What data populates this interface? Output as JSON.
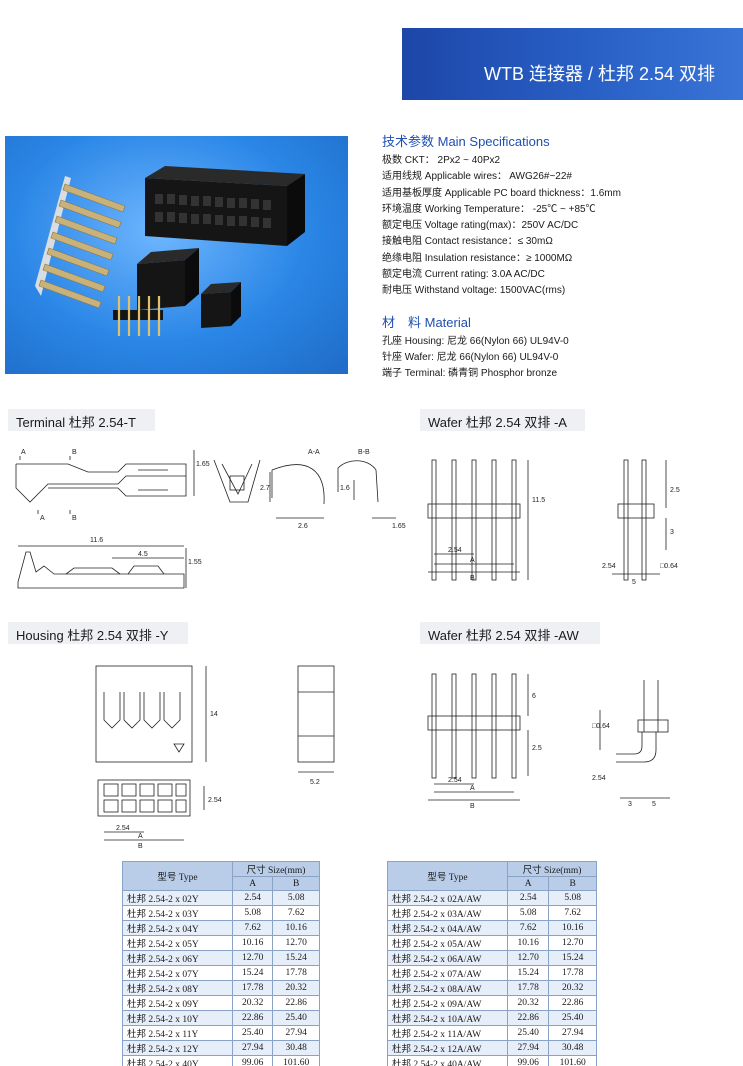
{
  "header": {
    "title": "WTB 连接器 / 杜邦 2.54 双排"
  },
  "specs": {
    "heading": "技术参数 Main Specifications",
    "lines": [
      "极数 CKT： 2Px2 ~ 40Px2",
      "适用线规 Applicable wires： AWG26#~22#",
      "适用基板厚度 Applicable PC board thickness：1.6mm",
      "环境温度 Working Temperature： -25℃ ~ +85℃",
      "额定电压 Voltage rating(max)：250V AC/DC",
      "接触电阻 Contact resistance：≤ 30mΩ",
      "绝缘电阻 Insulation resistance：≥ 1000MΩ",
      "额定电流 Current rating: 3.0A AC/DC",
      "耐电压 Withstand voltage: 1500VAC(rms)"
    ],
    "material_heading": "材　料 Material",
    "material_lines": [
      "孔座 Housing: 尼龙 66(Nylon 66) UL94V-0",
      "针座 Wafer: 尼龙 66(Nylon 66) UL94V-0",
      "端子 Terminal: 磷青铜 Phosphor bronze"
    ]
  },
  "sections": {
    "terminal": "Terminal 杜邦 2.54-T",
    "wafer_a": "Wafer 杜邦 2.54 双排 -A",
    "housing": "Housing 杜邦 2.54 双排 -Y",
    "wafer_aw": "Wafer  杜邦 2.54 双排 -AW"
  },
  "dims": {
    "a": "A",
    "b": "B",
    "aa": "A-A",
    "bb": "B-B",
    "t165": "1.65",
    "t27": "2.7",
    "t26": "2.6",
    "t16": "1.6",
    "t165b": "1.65",
    "t116": "11.6",
    "t45": "4.5",
    "t155": "1.55",
    "w115": "11.5",
    "w254": "2.54",
    "w25": "2.5",
    "w3": "3",
    "w254b": "2.54",
    "w5": "5",
    "w064": "□0.64",
    "h14": "14",
    "h254": "2.54",
    "h254b": "2.54",
    "h52": "5.2",
    "aw6": "6",
    "aw25": "2.5",
    "aw254": "2.54",
    "aw064": "□0.64",
    "aw254b": "2.54",
    "aw3": "3",
    "aw5": "5"
  },
  "table_y": {
    "h_type": "型号 Type",
    "h_size": "尺寸 Size(mm)",
    "h_a": "A",
    "h_b": "B",
    "rows": [
      [
        "杜邦 2.54-2 x 02Y",
        "2.54",
        "5.08"
      ],
      [
        "杜邦 2.54-2 x 03Y",
        "5.08",
        "7.62"
      ],
      [
        "杜邦 2.54-2 x 04Y",
        "7.62",
        "10.16"
      ],
      [
        "杜邦 2.54-2 x 05Y",
        "10.16",
        "12.70"
      ],
      [
        "杜邦 2.54-2 x 06Y",
        "12.70",
        "15.24"
      ],
      [
        "杜邦 2.54-2 x 07Y",
        "15.24",
        "17.78"
      ],
      [
        "杜邦 2.54-2 x 08Y",
        "17.78",
        "20.32"
      ],
      [
        "杜邦 2.54-2 x 09Y",
        "20.32",
        "22.86"
      ],
      [
        "杜邦 2.54-2 x 10Y",
        "22.86",
        "25.40"
      ],
      [
        "杜邦 2.54-2 x 11Y",
        "25.40",
        "27.94"
      ],
      [
        "杜邦 2.54-2 x 12Y",
        "27.94",
        "30.48"
      ],
      [
        "杜邦 2.54-2 x 40Y",
        "99.06",
        "101.60"
      ]
    ]
  },
  "table_aw": {
    "h_type": "型号 Type",
    "h_size": "尺寸 Size(mm)",
    "h_a": "A",
    "h_b": "B",
    "rows": [
      [
        "杜邦 2.54-2 x 02A/AW",
        "2.54",
        "5.08"
      ],
      [
        "杜邦 2.54-2 x 03A/AW",
        "5.08",
        "7.62"
      ],
      [
        "杜邦 2.54-2 x 04A/AW",
        "7.62",
        "10.16"
      ],
      [
        "杜邦 2.54-2 x 05A/AW",
        "10.16",
        "12.70"
      ],
      [
        "杜邦 2.54-2 x 06A/AW",
        "12.70",
        "15.24"
      ],
      [
        "杜邦 2.54-2 x 07A/AW",
        "15.24",
        "17.78"
      ],
      [
        "杜邦 2.54-2 x 08A/AW",
        "17.78",
        "20.32"
      ],
      [
        "杜邦 2.54-2 x 09A/AW",
        "20.32",
        "22.86"
      ],
      [
        "杜邦 2.54-2 x 10A/AW",
        "22.86",
        "25.40"
      ],
      [
        "杜邦 2.54-2 x 11A/AW",
        "25.40",
        "27.94"
      ],
      [
        "杜邦 2.54-2 x 12A/AW",
        "27.94",
        "30.48"
      ],
      [
        "杜邦 2.54-2 x 40A/AW",
        "99.06",
        "101.60"
      ]
    ]
  }
}
